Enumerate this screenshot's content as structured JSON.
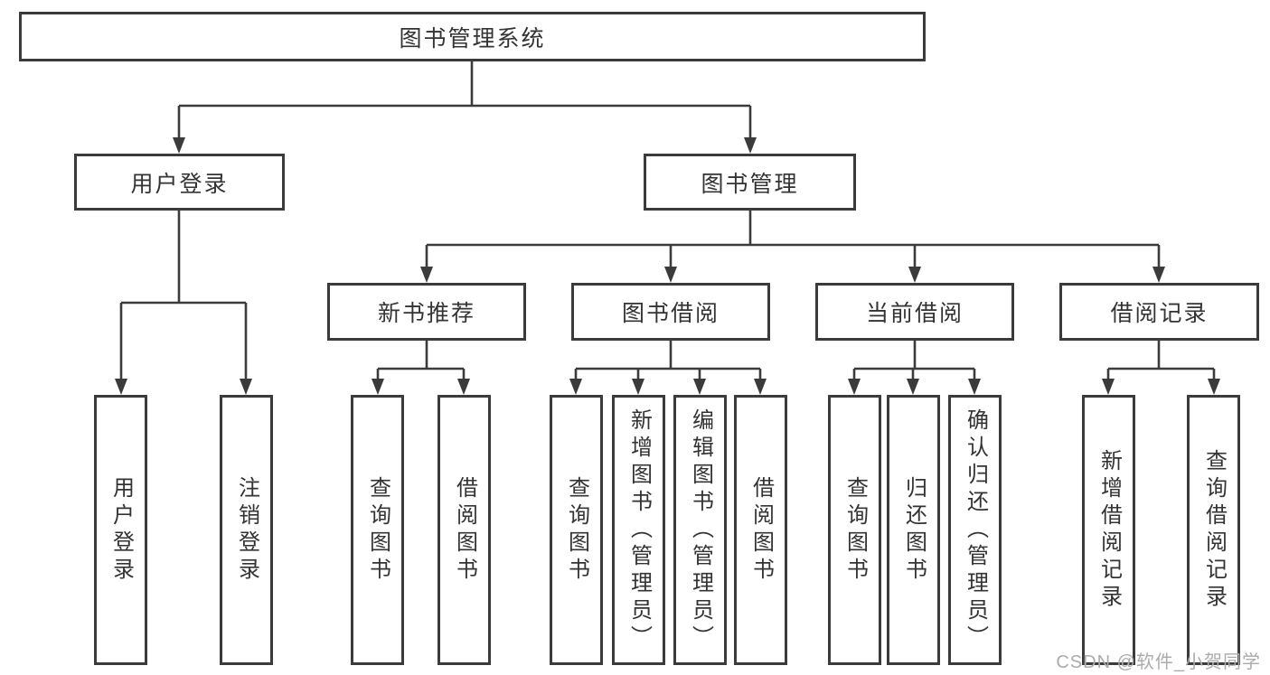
{
  "colors": {
    "background": "#ffffff",
    "line": "#3b3b3b",
    "box_border": "#3b3b3b",
    "box_fill": "#ffffff",
    "text": "#333333",
    "watermark": "#ababab"
  },
  "tree": {
    "root": {
      "label": "图书管理系统"
    },
    "branches": [
      {
        "label": "用户登录",
        "children": [
          {
            "label": "用户登录"
          },
          {
            "label": "注销登录"
          }
        ]
      },
      {
        "label": "图书管理",
        "children": [
          {
            "label": "新书推荐",
            "children": [
              {
                "label": "查询图书"
              },
              {
                "label": "借阅图书"
              }
            ]
          },
          {
            "label": "图书借阅",
            "children": [
              {
                "label": "查询图书"
              },
              {
                "label": "新增图书（管理员）"
              },
              {
                "label": "编辑图书（管理员）"
              },
              {
                "label": "借阅图书"
              }
            ]
          },
          {
            "label": "当前借阅",
            "children": [
              {
                "label": "查询图书"
              },
              {
                "label": "归还图书"
              },
              {
                "label": "确认归还（管理员）"
              }
            ]
          },
          {
            "label": "借阅记录",
            "children": [
              {
                "label": "新增借阅记录"
              },
              {
                "label": "查询借阅记录"
              }
            ]
          }
        ]
      }
    ]
  },
  "watermark": {
    "text": "CSDN @软件_小贺同学"
  }
}
